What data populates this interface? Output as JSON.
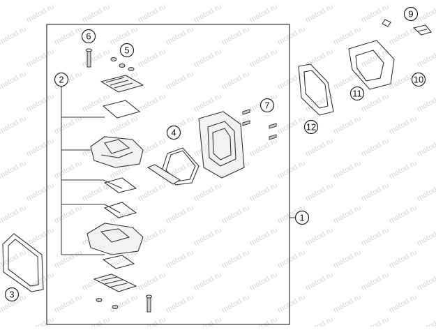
{
  "diagram": {
    "watermark_text": "motod.ru",
    "callouts": [
      {
        "id": "c1",
        "label": "1"
      },
      {
        "id": "c2",
        "label": "2"
      },
      {
        "id": "c3",
        "label": "3"
      },
      {
        "id": "c4",
        "label": "4"
      },
      {
        "id": "c5",
        "label": "5"
      },
      {
        "id": "c6",
        "label": "6"
      },
      {
        "id": "c7",
        "label": "7"
      },
      {
        "id": "c9",
        "label": "9"
      },
      {
        "id": "c10",
        "label": "10"
      },
      {
        "id": "c11",
        "label": "11"
      },
      {
        "id": "c12",
        "label": "12"
      }
    ]
  }
}
